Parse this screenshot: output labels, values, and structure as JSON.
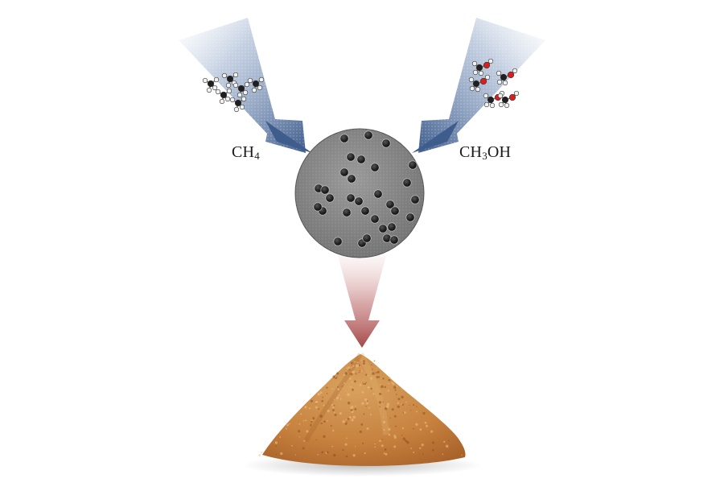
{
  "labels": {
    "methane": {
      "base": "CH",
      "sub": "4",
      "tail": ""
    },
    "methanol": {
      "base": "CH",
      "sub": "3",
      "tail": "OH"
    }
  },
  "icons": {
    "input_left": "methane-molecules-icon",
    "input_right": "methanol-molecules-icon",
    "center": "bacteria-micrograph-icon",
    "output": "protein-powder-pile-icon"
  },
  "colors": {
    "input_arrow": "#3f5f8e",
    "output_arrow": "#a24a4a",
    "micrograph_bg": "#8a8a8a",
    "cell": "#2e2e2e",
    "powder": "#c98a45"
  }
}
